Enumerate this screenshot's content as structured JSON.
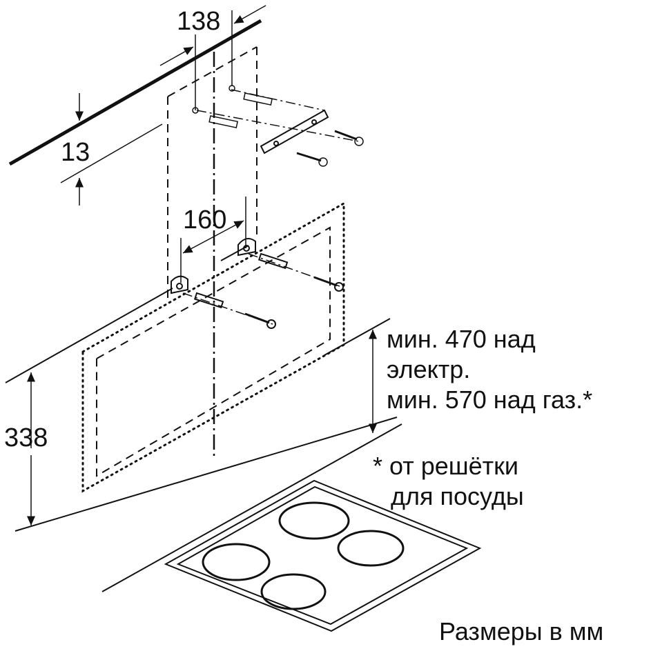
{
  "dimensions": {
    "bracket_spacing": "138",
    "ceiling_offset": "13",
    "hook_spacing": "160",
    "hood_height": "338"
  },
  "clearance_note": {
    "line1": "мин. 470 над",
    "line2": "электр.",
    "line3": "мин. 570 над газ.*"
  },
  "footnote": {
    "line1": "* от решётки",
    "line2": "для посуды"
  },
  "units_caption": "Размеры в мм"
}
